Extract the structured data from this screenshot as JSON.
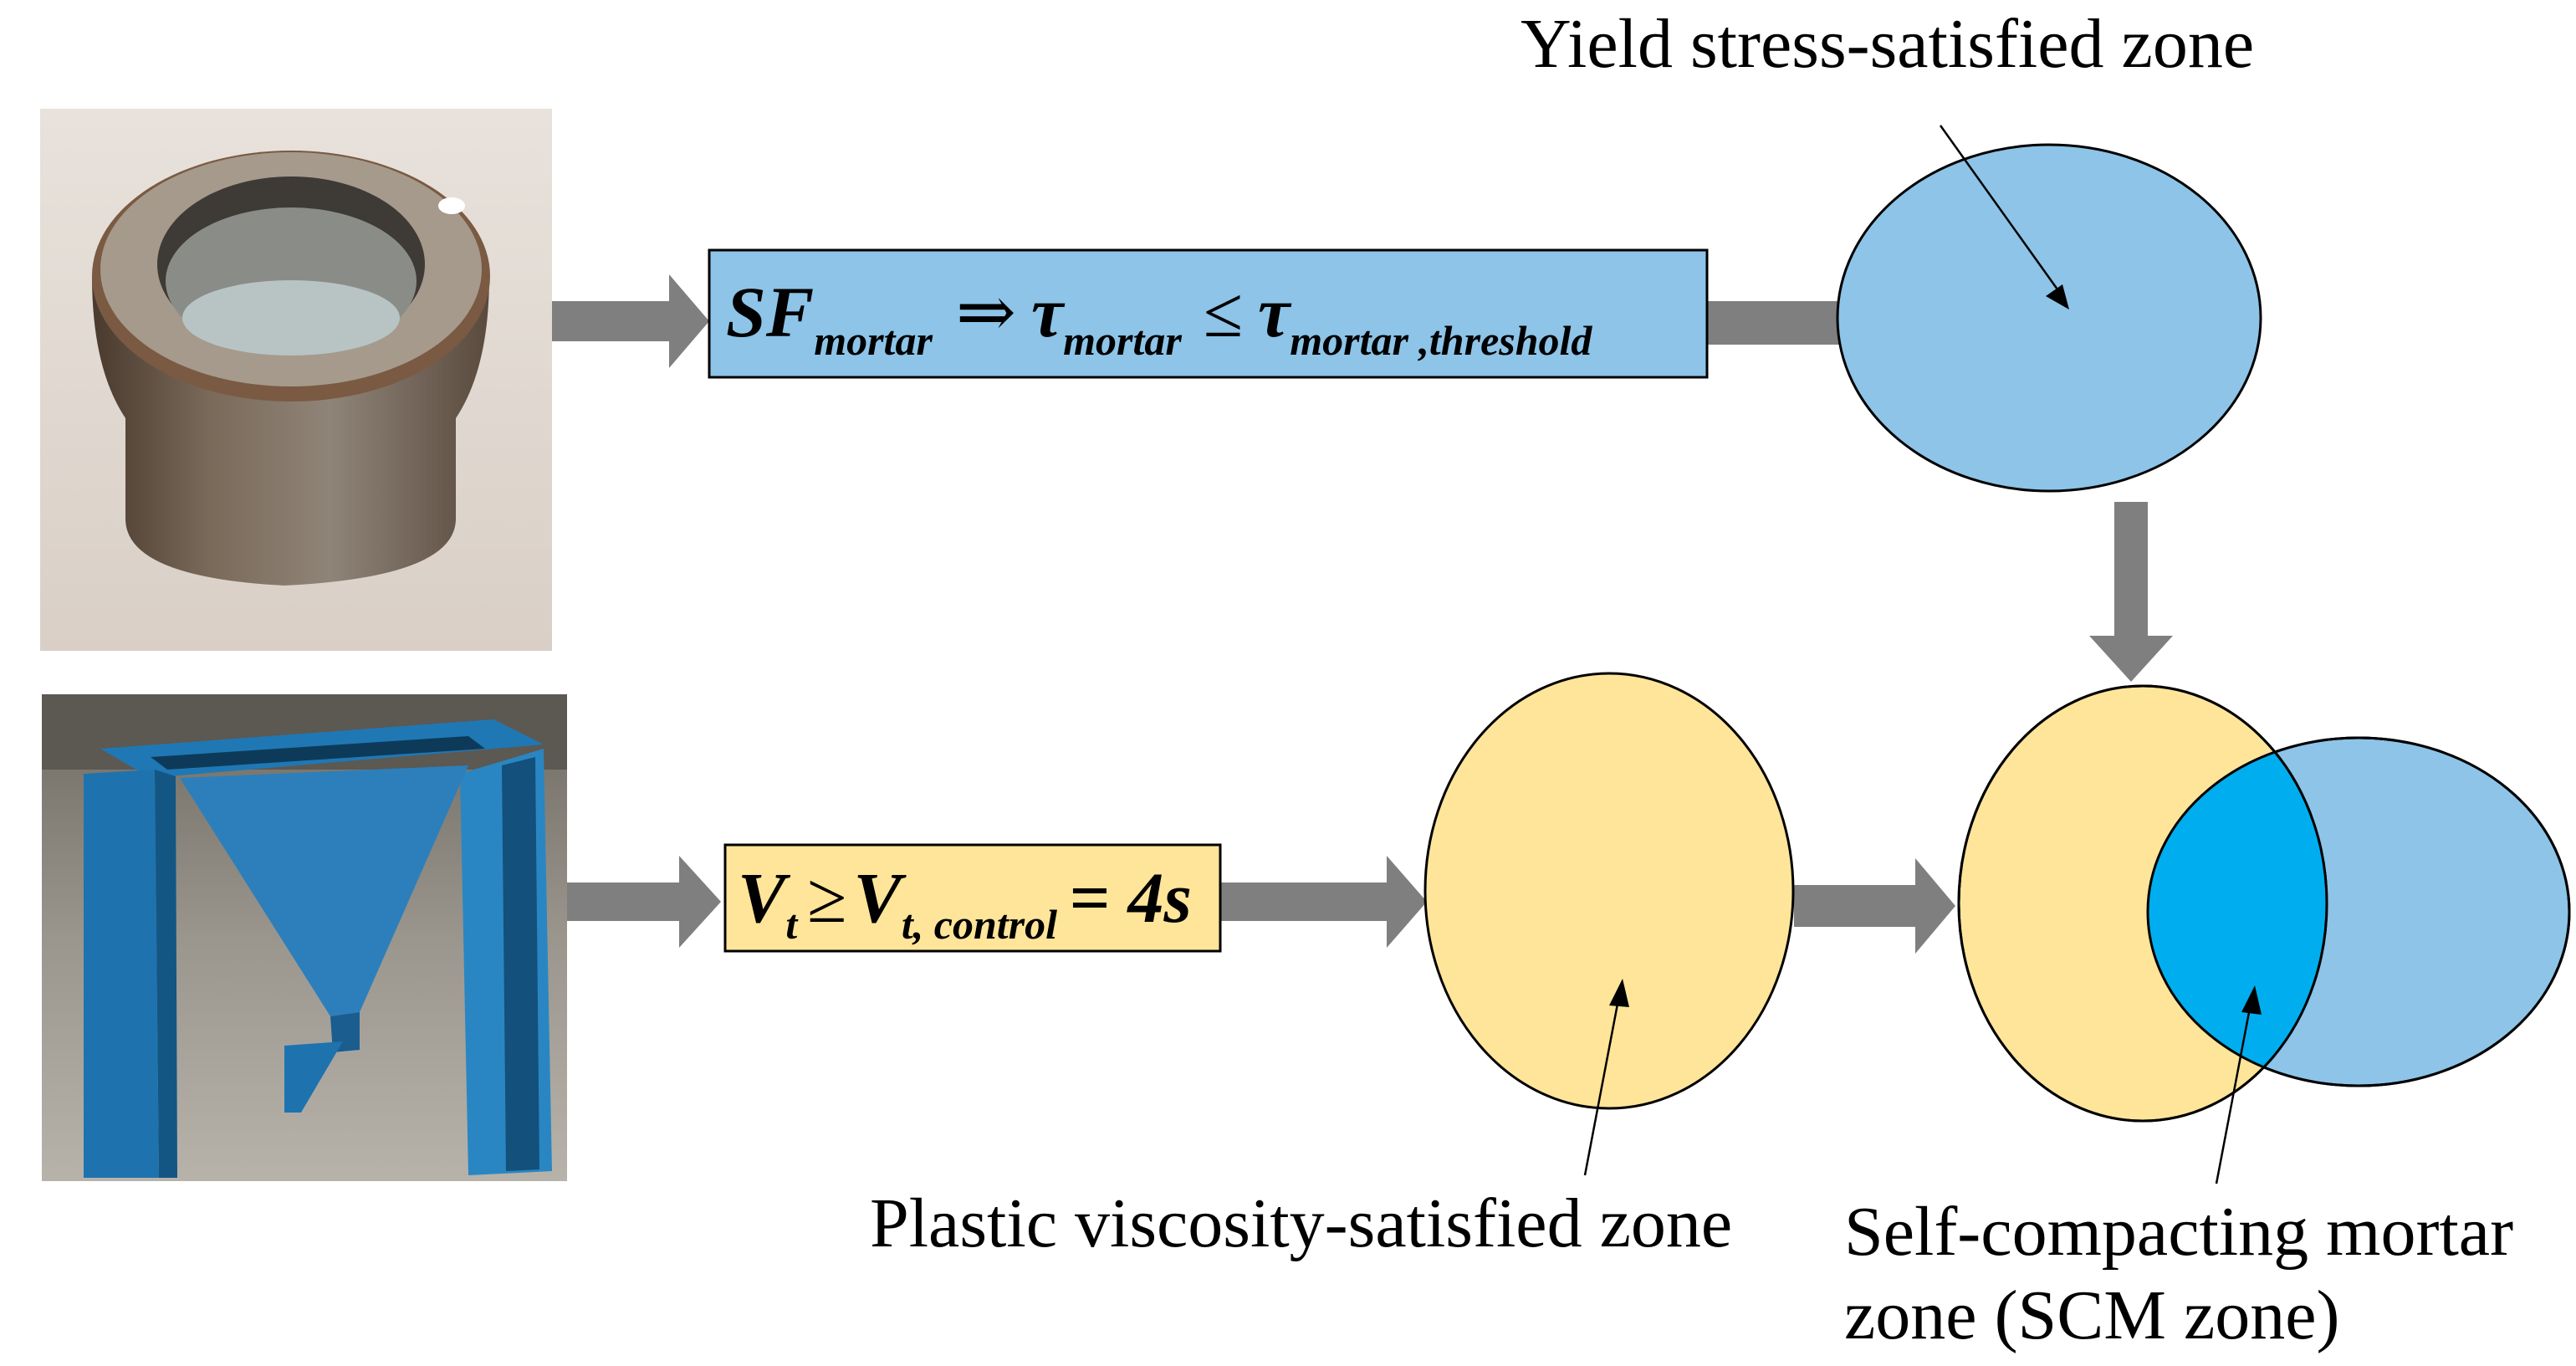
{
  "colors": {
    "blue_zone": "#8dc4e8",
    "yellow_zone": "#ffe599",
    "overlap_zone": "#00aeef",
    "arrow": "#7f7f7f",
    "stroke": "#000000"
  },
  "photos": {
    "top": {
      "name": "mortar-spread-flow-cone",
      "base_color": "#6a5a4a"
    },
    "bottom": {
      "name": "mortar-v-funnel",
      "base_color": "#1d6fa5"
    }
  },
  "equations": {
    "yield": {
      "sf": "SF",
      "sub_mortar": "mortar",
      "implies": "⇒",
      "tau": "τ",
      "sub_mortar2": "mortar",
      "leq": "≤",
      "tau2": "τ",
      "sub_threshold": "mortar ,threshold"
    },
    "viscosity": {
      "v": "V",
      "sub_t": "t",
      "geq": "≥",
      "v2": "V",
      "sub_control": "t,  control",
      "eq_value": "= 4s"
    }
  },
  "labels": {
    "yield_zone": "Yield stress-satisfied zone",
    "plastic_zone": "Plastic viscosity-satisfied zone",
    "scm_line1": "Self-compacting mortar",
    "scm_line2": "zone (SCM zone)"
  }
}
